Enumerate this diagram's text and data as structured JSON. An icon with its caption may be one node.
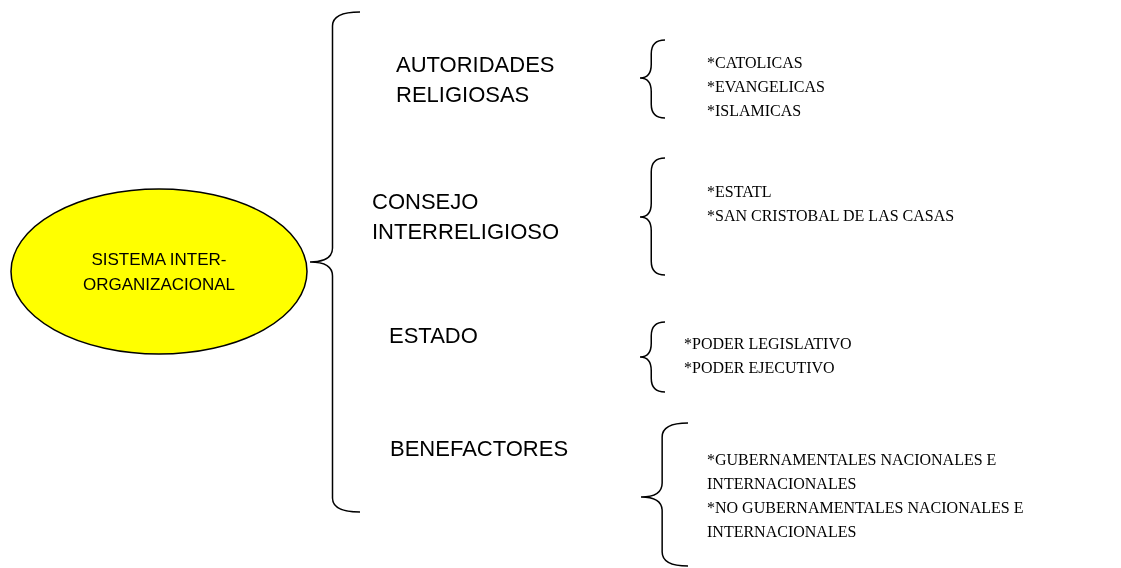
{
  "diagram": {
    "nodes": [
      {
        "text": [
          "SISTEMA INTER- ORGANIZACIONAL"
        ]
      }
    ],
    "labels": [
      "AUTORIDADES RELIGIOSAS",
      "*CATOLICAS",
      "*EVANGELICAS",
      "*ISLAMICAS",
      "CONSEJO INTERRELIGIOSO",
      "*ESTATL",
      "*SAN CRISTOBAL DE LAS CASAS",
      "ESTADO",
      "*PODER LEGISLATIVO",
      "*PODER EJECUTIVO",
      "BENEFACTORES",
      "*GUBERNAMENTALES NACIONALES E INTERNACIONALES",
      "*NO GUBERNAMENTALES NACIONALES E INTERNACIONALES"
    ]
  }
}
